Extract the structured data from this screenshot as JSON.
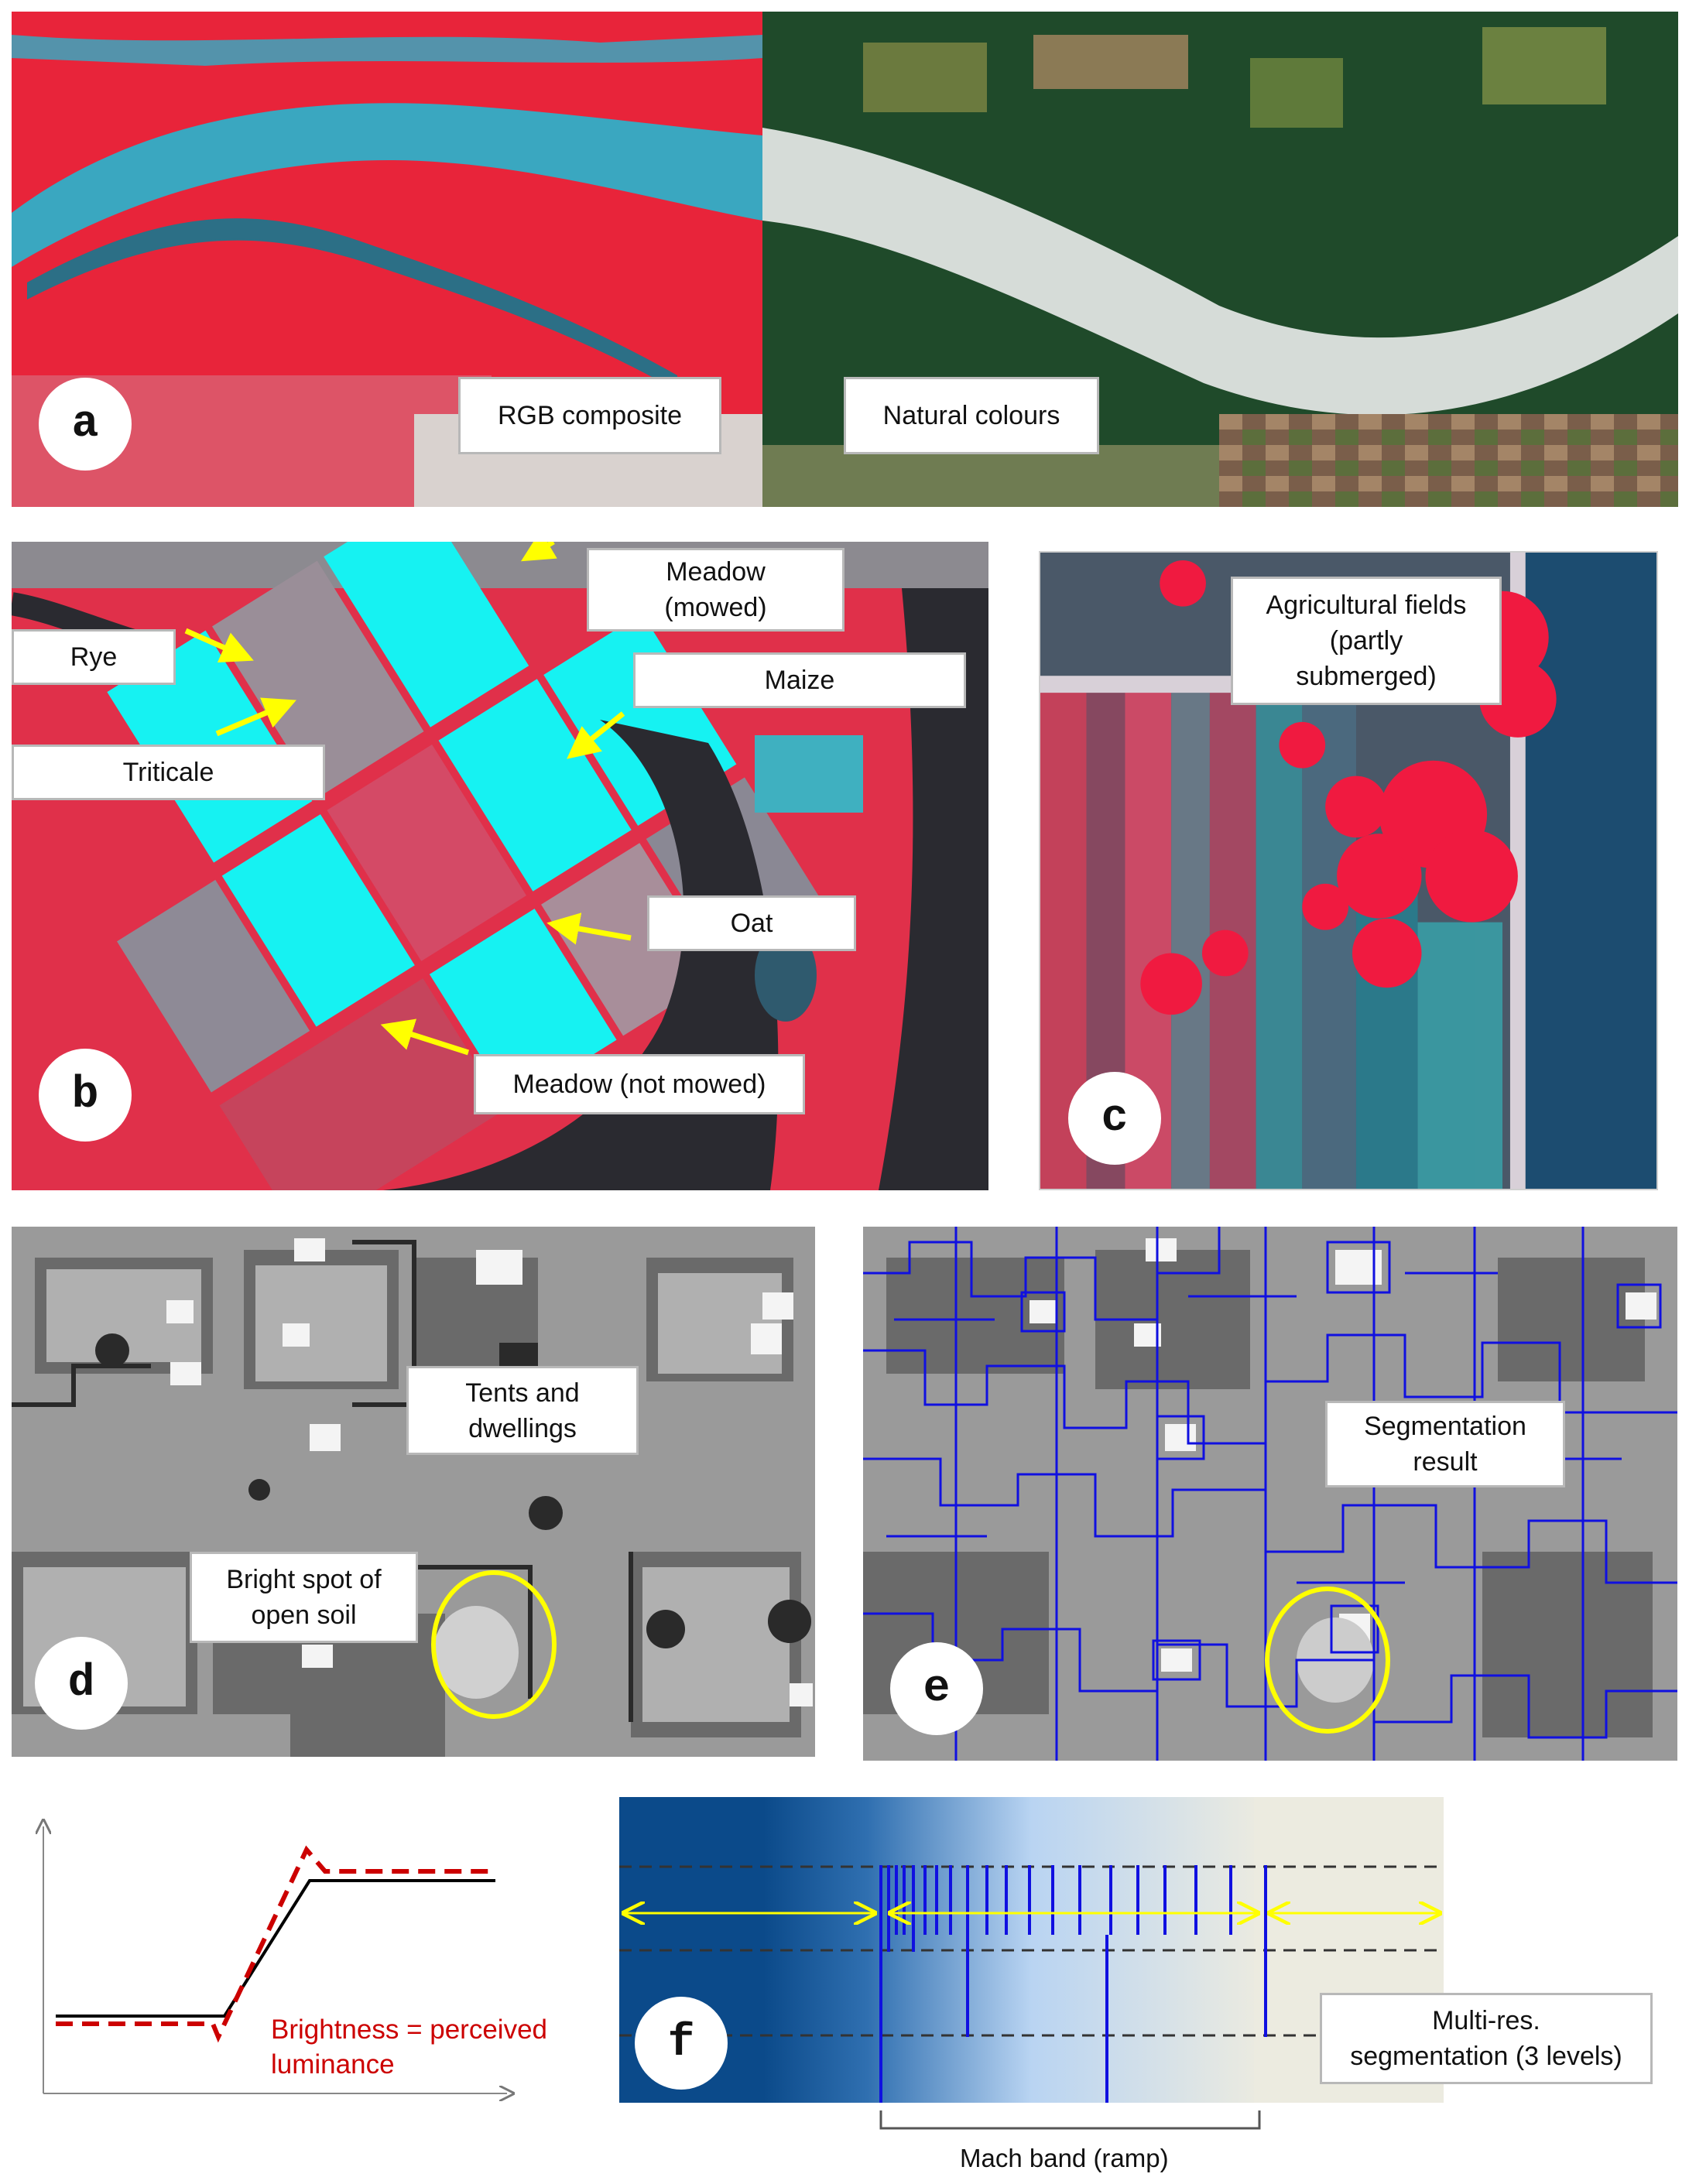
{
  "colors": {
    "false_colour_red": "#e8243a",
    "water_cyan": "#3aa7c0",
    "forest_dark": "#1f4a2a",
    "river_grey": "#d6dcd8",
    "field_cyan": "#16f2f2",
    "segment_blue": "#1010e0",
    "highlight_yellow": "#ffff00",
    "ramp_dark": "#0b4a8a",
    "ramp_light": "#ecebe0",
    "brightness_red": "#cc0000"
  },
  "panel_a": {
    "badge": "a",
    "label_left": "RGB composite",
    "label_right": "Natural colours"
  },
  "panel_b": {
    "badge": "b",
    "labels": {
      "meadow_mowed": "Meadow\n(mowed)",
      "rye": "Rye",
      "maize": "Maize",
      "triticale": "Triticale",
      "oat": "Oat",
      "meadow_not_mowed": "Meadow (not mowed)"
    }
  },
  "panel_c": {
    "badge": "c",
    "label": "Agricultural fields\n(partly\nsubmerged)"
  },
  "panel_d": {
    "badge": "d",
    "label_tents": "Tents and\ndwellings",
    "label_soil": "Bright spot of\nopen soil"
  },
  "panel_e": {
    "badge": "e",
    "label": "Segmentation\nresult"
  },
  "panel_f": {
    "badge": "f",
    "brightness_caption": "Brightness = perceived\nluminance",
    "segmentation_label": "Multi-res.\nsegmentation (3 levels)",
    "mach_band_caption": "Mach band (ramp)"
  }
}
